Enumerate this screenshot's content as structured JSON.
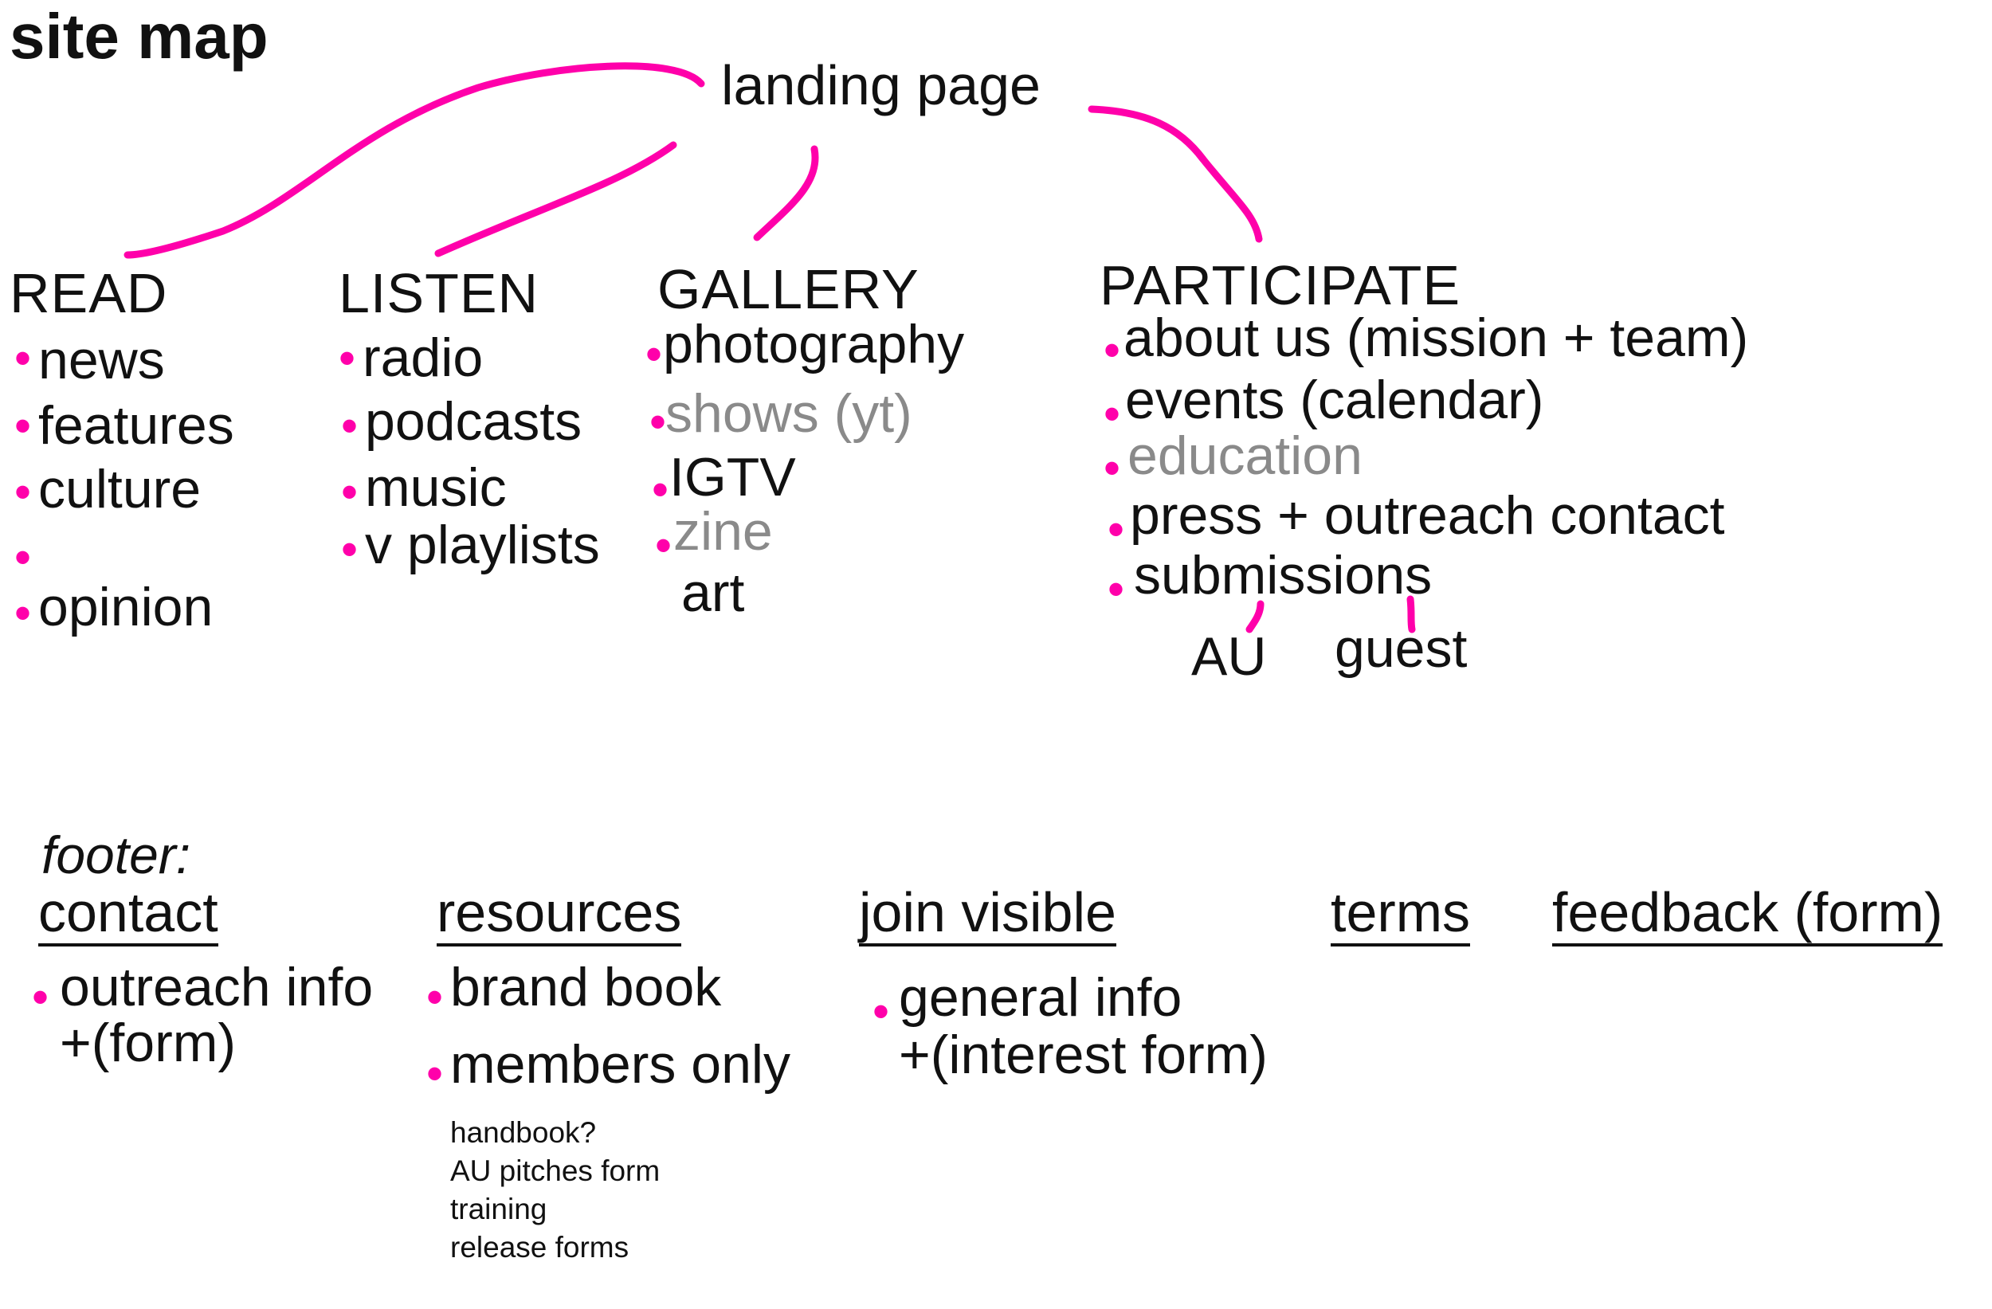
{
  "title": "site map",
  "root": "landing page",
  "columns": {
    "read": {
      "heading": "READ",
      "items": [
        "news",
        "features",
        "culture",
        "",
        "opinion"
      ]
    },
    "listen": {
      "heading": "LISTEN",
      "items": [
        "radio",
        "podcasts",
        "music",
        "v playlists"
      ]
    },
    "gallery": {
      "heading": "GALLERY",
      "items": [
        "photography",
        "shows (yt)",
        "IGTV",
        "zine",
        "art"
      ]
    },
    "participate": {
      "heading": "PARTICIPATE",
      "items": [
        "about us (mission + team)",
        "events (calendar)",
        "education",
        "press + outreach contact",
        "submissions"
      ],
      "submission_children": [
        "AU",
        "guest"
      ]
    }
  },
  "footer": {
    "label": "footer:",
    "contact": {
      "heading": "contact",
      "line1": "outreach info",
      "line2": "+(form)"
    },
    "resources": {
      "heading": "resources",
      "items": [
        "brand book",
        "members only"
      ],
      "members_only_notes": [
        "handbook?",
        "AU pitches form",
        "training",
        "release forms"
      ]
    },
    "join": {
      "heading": "join visible",
      "line1": "general info",
      "line2": "+(interest form)"
    },
    "terms": {
      "heading": "terms"
    },
    "feedback": {
      "heading": "feedback (form)"
    }
  },
  "colors": {
    "accent": "#ff00aa",
    "text": "#111111",
    "muted": "#8a8a8a"
  }
}
